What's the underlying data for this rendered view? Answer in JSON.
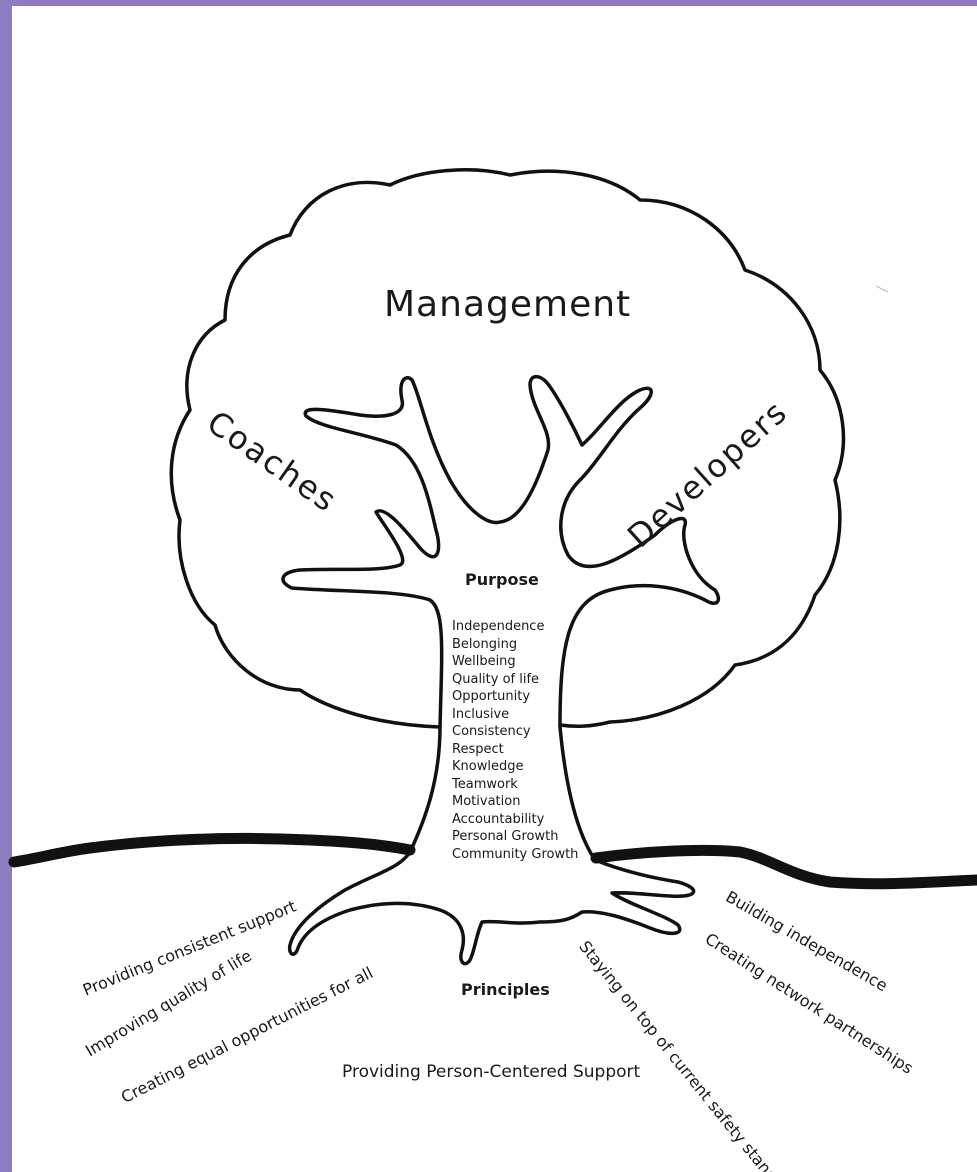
{
  "diagram": {
    "crown_label": "Management",
    "left_branch_label": "Coaches",
    "right_branch_label": "Developers",
    "trunk_heading": "Purpose",
    "trunk_values": [
      "Independence",
      "Belonging",
      "Wellbeing",
      "Quality of life",
      "Opportunity",
      "Inclusive",
      "Consistency",
      "Respect",
      "Knowledge",
      "Teamwork",
      "Motivation",
      "Accountability",
      "Personal Growth",
      "Community Growth"
    ],
    "roots_heading": "Principles",
    "root_labels": {
      "left_1": "Providing consistent support",
      "left_2": "Improving quality of life",
      "left_3": "Creating equal opportunities for all",
      "center": "Providing Person-Centered Support",
      "right_1": "Staying on top of current safety standards",
      "right_2": "Creating network partnerships",
      "right_3": "Building independence"
    }
  },
  "colors": {
    "frame_border": "#8e7cc3",
    "ink": "#111111",
    "paper": "#ffffff"
  }
}
